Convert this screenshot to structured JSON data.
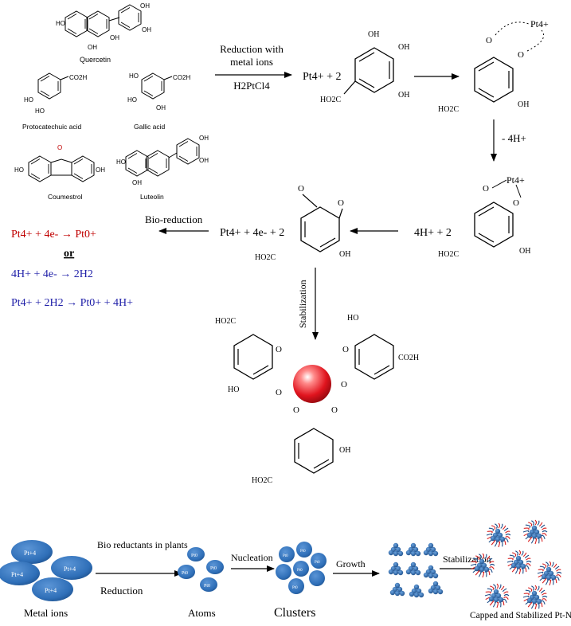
{
  "colors": {
    "red": "#c00000",
    "blue": "#1f1fa8",
    "bond": "#000000",
    "sphere": "#e0141e",
    "ion_fill": "#2f6fb8",
    "ion_dark": "#1d4f8a",
    "capping_red": "#d92020"
  },
  "compounds": {
    "quercetin": "Quercetin",
    "protocatechuic": "Protocatechuic acid",
    "gallic": "Gallic acid",
    "coumestrol": "Coumestrol",
    "luteolin": "Luteolin"
  },
  "reduction_arrow": {
    "line1": "Reduction with",
    "line2": "metal ions",
    "reagent": "H2PtCl4"
  },
  "groups": {
    "oh": "OH",
    "ho": "HO",
    "co2h": "CO2H",
    "ho2c": "HO2C",
    "o": "O",
    "pt4": "Pt4+"
  },
  "steps": {
    "deprotonation": "- 4H+",
    "release": "4H+  +  2",
    "pt_plus_2": "Pt4+ + 2",
    "pt_electrons": "Pt4+ + 4e- + 2",
    "bio_reduction": "Bio-reduction",
    "stabilization": "Stabilization"
  },
  "equations": {
    "eq1": "Pt4+ + 4e-  →  Pt0+",
    "or": "or",
    "eq2": "4H+ + 4e-  →  2H2",
    "eq3": "Pt4+ + 2H2  →  Pt0+ + 4H+"
  },
  "bottom": {
    "ion_label": "Pt+4",
    "atom_label": "Pt0",
    "cluster_label": "Pt0",
    "arrow1_top": "Bio reductants in plants",
    "arrow1_bottom": "Reduction",
    "arrow2": "Nucleation",
    "arrow3": "Growth",
    "arrow4": "Stabilization",
    "caption_metal": "Metal ions",
    "caption_atoms": "Atoms",
    "caption_clusters": "Clusters",
    "caption_final": "Capped and Stabilized Pt-NPs"
  }
}
